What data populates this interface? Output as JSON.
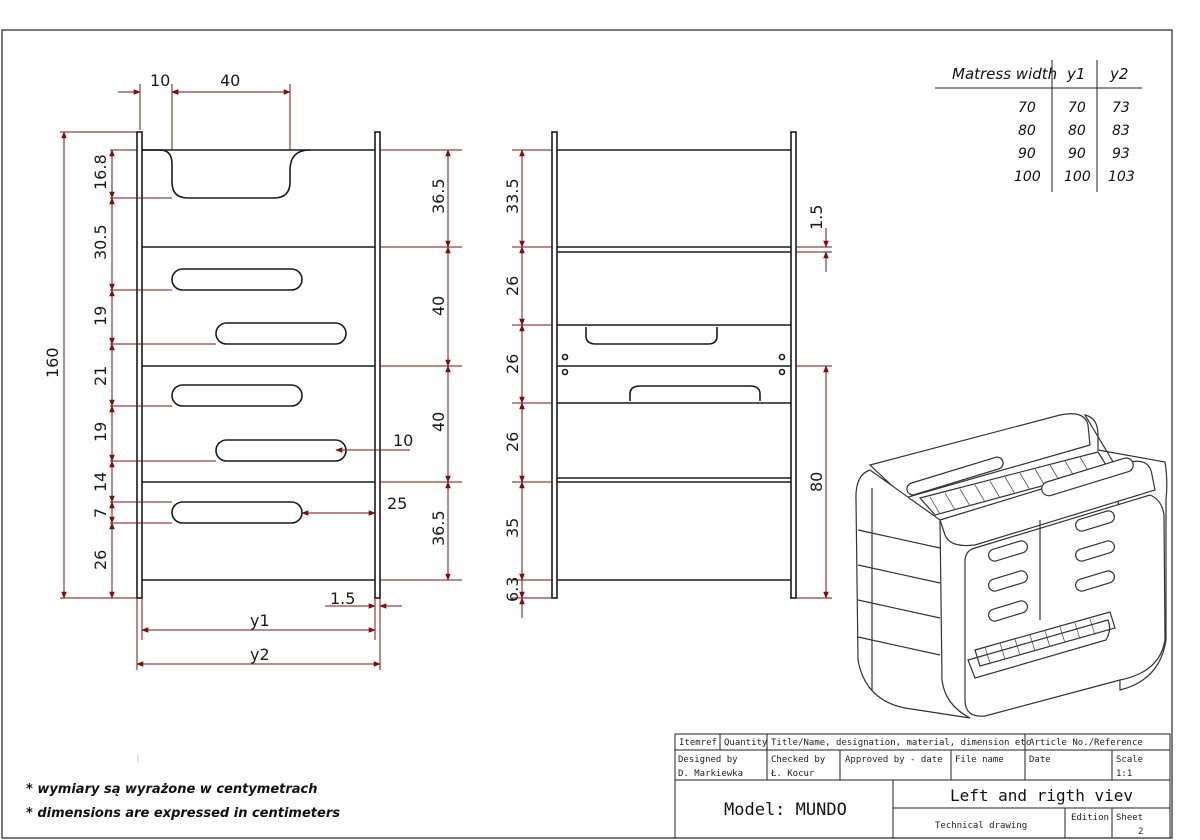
{
  "left_view": {
    "dims": {
      "top_10": "10",
      "top_40": "40",
      "total_160": "160",
      "l_16_8": "16.8",
      "l_30_5": "30.5",
      "l_19a": "19",
      "l_21": "21",
      "l_19b": "19",
      "l_14": "14",
      "l_7": "7",
      "l_26": "26",
      "r_36_5a": "36.5",
      "r_40a": "40",
      "r_40b": "40",
      "r_36_5b": "36.5",
      "slot_10": "10",
      "slot_25": "25",
      "thick_1_5": "1.5",
      "y1": "y1",
      "y2": "y2"
    }
  },
  "right_view": {
    "dims": {
      "d_33_5": "33.5",
      "d_26a": "26",
      "d_26b": "26",
      "d_26c": "26",
      "d_35": "35",
      "d_6_3": "6.3",
      "d_1_5": "1.5",
      "d_80": "80"
    }
  },
  "mattress_table": {
    "headers": [
      "Matress width",
      "y1",
      "y2"
    ],
    "rows": [
      [
        "70",
        "70",
        "73"
      ],
      [
        "80",
        "80",
        "83"
      ],
      [
        "90",
        "90",
        "93"
      ],
      [
        "100",
        "100",
        "103"
      ]
    ]
  },
  "notes": {
    "pl": "* wymiary są wyrażone w centymetrach",
    "en": "* dimensions are expressed in centimeters"
  },
  "title_block": {
    "itemref": "Itemref",
    "quantity": "Quantity",
    "title_label": "Title/Name, designation, material, dimension etc",
    "article_label": "Article No./Reference",
    "designed_by_label": "Designed by",
    "designed_by": "D. Markiewka",
    "checked_by_label": "Checked by",
    "checked_by": "Ł. Kocur",
    "approved_label": "Approved by - date",
    "file_name_label": "File name",
    "date_label": "Date",
    "scale_label": "Scale",
    "scale": "1:1",
    "model": "Model: MUNDO",
    "view_title": "Left and rigth viev",
    "drawing_type": "Technical drawing",
    "edition_label": "Edition",
    "sheet_label": "Sheet",
    "sheet": "2"
  },
  "colors": {
    "line": "#1a1a1a",
    "dimension": "#7a1010",
    "frame": "#222222"
  }
}
